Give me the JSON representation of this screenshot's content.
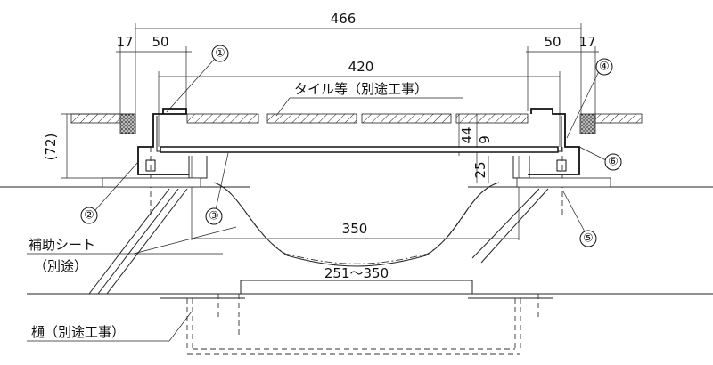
{
  "dimensions": {
    "overall_width": "466",
    "left_offset": "17",
    "left_flange": "50",
    "inner_width": "420",
    "right_flange": "50",
    "right_offset": "17",
    "depth": "(72)",
    "depth_44": "44",
    "depth_9": "9",
    "depth_25": "25",
    "gutter_width": "350",
    "gutter_range": "251～350"
  },
  "labels": {
    "tile": "タイル等（別途工事）",
    "aux_sheet_line1": "補助シート",
    "aux_sheet_line2": "（別途）",
    "gutter": "樋（別途工事）"
  },
  "callouts": [
    "①",
    "②",
    "③",
    "④",
    "⑤",
    "⑥"
  ]
}
